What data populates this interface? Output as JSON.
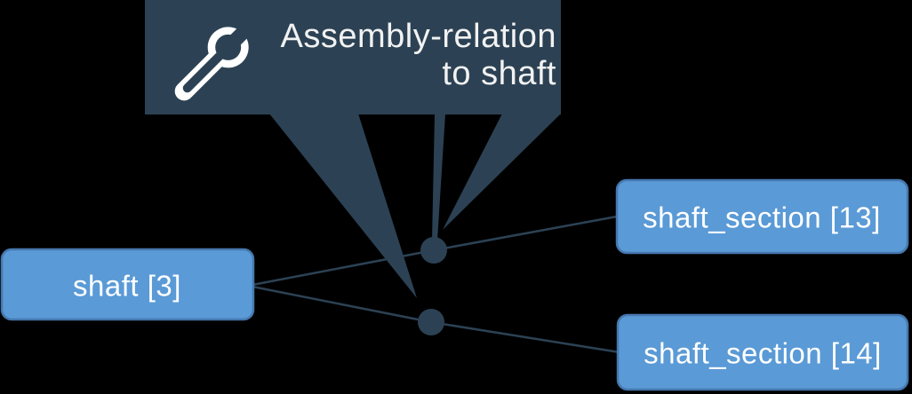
{
  "diagram": {
    "background_color": "#000000",
    "colors": {
      "callout_fill": "#2C4254",
      "node_fill": "#5A9AD6",
      "node_border": "#4678AF",
      "node_text": "#FFFFFF",
      "callout_text": "#F2F2F2",
      "edge": "#2C4254"
    },
    "callout": {
      "icon": "wrench-icon",
      "line1": "Assembly-relation",
      "line2": "to shaft"
    },
    "nodes": [
      {
        "id": "shaft-3",
        "label": "shaft [3]"
      },
      {
        "id": "shaft-section-13",
        "label": "shaft_section [13]"
      },
      {
        "id": "shaft-section-14",
        "label": "shaft_section [14]"
      }
    ],
    "edges": [
      {
        "from": "shaft [3]",
        "to": "shaft_section [13]",
        "relation": "Assembly-relation to shaft"
      },
      {
        "from": "shaft [3]",
        "to": "shaft_section [14]",
        "relation": "Assembly-relation to shaft"
      }
    ]
  }
}
